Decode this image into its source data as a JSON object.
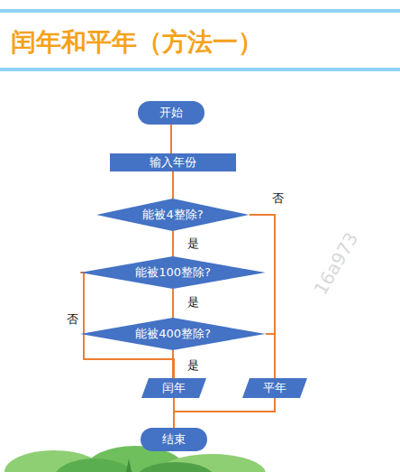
{
  "diagram": {
    "title": "闰年和平年（方法一）",
    "nodes": [
      {
        "text": [
          "开始"
        ]
      },
      {
        "text": [
          "输入年份"
        ]
      },
      {
        "text": [
          "能被4整除?"
        ]
      },
      {
        "text": [
          "能被100整除?"
        ]
      },
      {
        "text": [
          "能被400整除?"
        ]
      },
      {
        "text": [
          "闰年"
        ]
      },
      {
        "text": [
          "平年"
        ]
      },
      {
        "text": [
          "结束"
        ]
      }
    ],
    "edges": [
      {
        "from": 0,
        "to": 1,
        "arrow": "none"
      },
      {
        "from": 1,
        "to": 2,
        "arrow": "none"
      },
      {
        "from": 2,
        "to": 3,
        "label": "是",
        "arrow": "none"
      },
      {
        "from": 2,
        "to": 6,
        "label": "否",
        "arrow": "none"
      },
      {
        "from": 3,
        "to": 4,
        "label": "是",
        "arrow": "none"
      },
      {
        "from": 3,
        "to": 5,
        "label": "否",
        "arrow": "none"
      },
      {
        "from": 4,
        "to": 5,
        "label": "是",
        "arrow": "none"
      },
      {
        "from": 4,
        "to": 6,
        "arrow": "none"
      },
      {
        "from": 5,
        "to": 7,
        "arrow": "none"
      },
      {
        "from": 6,
        "to": 7,
        "arrow": "none"
      }
    ],
    "labels": [
      "16a973"
    ]
  }
}
